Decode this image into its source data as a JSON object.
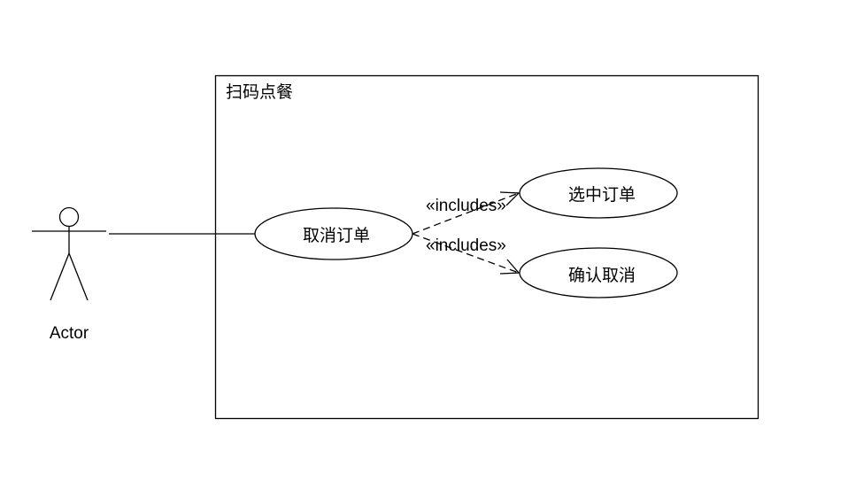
{
  "system": {
    "title": "扫码点餐"
  },
  "actor": {
    "label": "Actor"
  },
  "use_cases": {
    "cancel_order": "取消订单",
    "select_order": "选中订单",
    "confirm_cancel": "确认取消"
  },
  "relations": {
    "include_select": "«includes»",
    "include_confirm": "«includes»"
  },
  "colors": {
    "line": "#000000",
    "background": "#ffffff"
  }
}
